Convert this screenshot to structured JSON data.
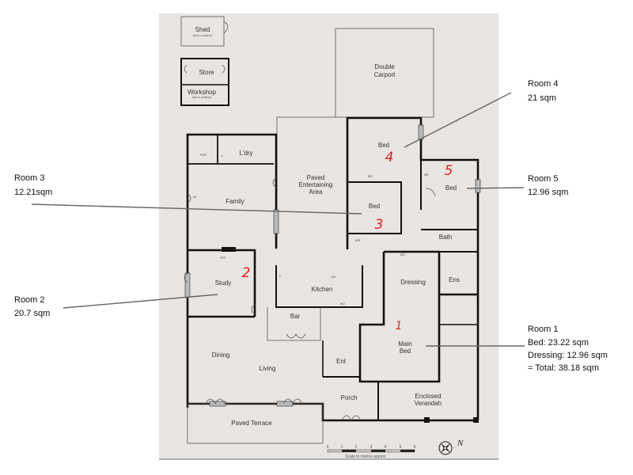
{
  "plan": {
    "rooms": {
      "shed": "Shed",
      "shed_note": "(Not in position)",
      "store": "Store",
      "workshop": "Workshop",
      "workshop_note": "(Not in position)",
      "carport_1": "Double",
      "carport_2": "Carport",
      "bed4": "Bed",
      "bir": "BIR",
      "paved_1": "Paved",
      "paved_2": "Entertaining",
      "paved_3": "Area",
      "family": "Family",
      "ldry": "L'dry",
      "pwd": "PWD",
      "c": "C",
      "ac": "AC",
      "bed5": "Bed",
      "bed3": "Bed",
      "wir": "WIR",
      "bath": "Bath",
      "study": "Study",
      "gff": "GFF",
      "kitchen": "Kitchen",
      "dw": "DW",
      "wo": "WO",
      "p": "P",
      "dressing": "Dressing",
      "ens": "Ens",
      "bar": "Bar",
      "main_bed_1": "Main",
      "main_bed_2": "Bed",
      "dining": "Dining",
      "living": "Living",
      "ent": "Ent",
      "porch": "Porch",
      "verandah_1": "Enclosed",
      "verandah_2": "Verandah",
      "terrace": "Paved Terrace"
    },
    "scale": {
      "ticks": [
        "0",
        "1",
        "2",
        "3",
        "4",
        "5",
        "6"
      ],
      "caption": "Scale in metres approx"
    },
    "north": "N",
    "handwritten": {
      "r1": "1",
      "r2": "2",
      "r3": "3",
      "r4": "4",
      "r5": "5"
    }
  },
  "annotations": {
    "room4": {
      "title": "Room 4",
      "area": "21 sqm"
    },
    "room3": {
      "title": "Room 3",
      "area": "12.21sqm"
    },
    "room5": {
      "title": "Room 5",
      "area": "12.96 sqm"
    },
    "room2": {
      "title": "Room 2",
      "area": "20.7 sqm"
    },
    "room1": {
      "title": "Room 1",
      "bed": "Bed: 23.22 sqm",
      "dressing": "Dressing: 12.96 sqm",
      "total": "= Total: 38.18 sqm"
    }
  },
  "colors": {
    "paper": "#e8e5e2",
    "walls": "#111111",
    "handwriting": "#e02020"
  }
}
